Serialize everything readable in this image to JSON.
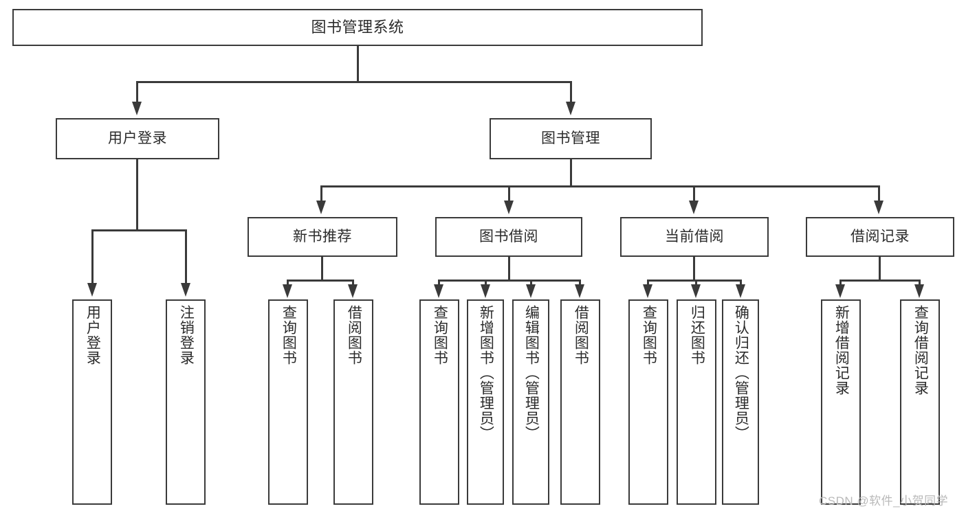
{
  "diagram": {
    "title": "图书管理系统",
    "type": "tree-hierarchy-diagram",
    "root": {
      "label": "图书管理系统"
    },
    "level1": [
      {
        "label": "用户登录"
      },
      {
        "label": "图书管理"
      }
    ],
    "level2": [
      {
        "label": "新书推荐"
      },
      {
        "label": "图书借阅"
      },
      {
        "label": "当前借阅"
      },
      {
        "label": "借阅记录"
      }
    ],
    "leaves": {
      "user_login": [
        {
          "label": "用户登录"
        },
        {
          "label": "注销登录"
        }
      ],
      "new_book_recommend": [
        {
          "label": "查询图书"
        },
        {
          "label": "借阅图书"
        }
      ],
      "book_borrow": [
        {
          "label": "查询图书"
        },
        {
          "label": "新增图书（管理员）"
        },
        {
          "label": "编辑图书（管理员）"
        },
        {
          "label": "借阅图书"
        }
      ],
      "current_borrow": [
        {
          "label": "查询图书"
        },
        {
          "label": "归还图书"
        },
        {
          "label": "确认归还（管理员）"
        }
      ],
      "borrow_record": [
        {
          "label": "新增借阅记录"
        },
        {
          "label": "查询借阅记录"
        }
      ]
    },
    "watermark": "CSDN @软件_小贺同学",
    "colors": {
      "border": "#3a3a3a",
      "text": "#2b2b2b",
      "background": "#ffffff",
      "watermark": "#b9b9b9"
    }
  }
}
